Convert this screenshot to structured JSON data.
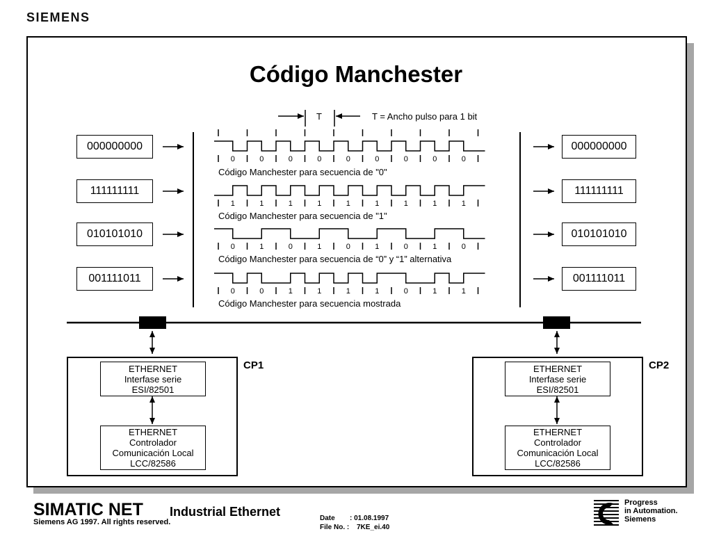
{
  "brand": "SIEMENS",
  "title": "Código Manchester",
  "period_label": "T",
  "period_desc": "T = Ancho pulso para 1 bit",
  "rows": [
    {
      "input": "000000000",
      "bits": "000000000",
      "caption": "Código Manchester para secuencia de \"0\"",
      "output": "000000000"
    },
    {
      "input": "111111111",
      "bits": "111111111",
      "caption": "Código Manchester para secuencia de \"1\"",
      "output": "111111111"
    },
    {
      "input": "010101010",
      "bits": "010101010",
      "caption": "Código Manchester para secuencia de “0” y “1” alternativa",
      "output": "010101010"
    },
    {
      "input": "001111011",
      "bits": "001111011",
      "caption": "Código Manchester para secuencia mostrada",
      "output": "001111011"
    }
  ],
  "modules": [
    {
      "cp": "CP1",
      "box1": [
        "ETHERNET",
        "Interfase serie",
        "ESI/82501"
      ],
      "box2": [
        "ETHERNET",
        "Controlador",
        "Comunicación Local",
        "LCC/82586"
      ]
    },
    {
      "cp": "CP2",
      "box1": [
        "ETHERNET",
        "Interfase serie",
        "ESI/82501"
      ],
      "box2": [
        "ETHERNET",
        "Controlador",
        "Comunicación Local",
        "LCC/82586"
      ]
    }
  ],
  "footer": {
    "product": "SIMATIC NET",
    "subtitle": "Industrial Ethernet",
    "copyright": "Siemens AG 1997. All rights reserved.",
    "date_label": "Date",
    "date_value": ":  01.08.1997",
    "file_label": "File No. :",
    "file_value": "7KE_ei.40",
    "tagline": [
      "Progress",
      "in Automation.",
      "Siemens"
    ]
  }
}
